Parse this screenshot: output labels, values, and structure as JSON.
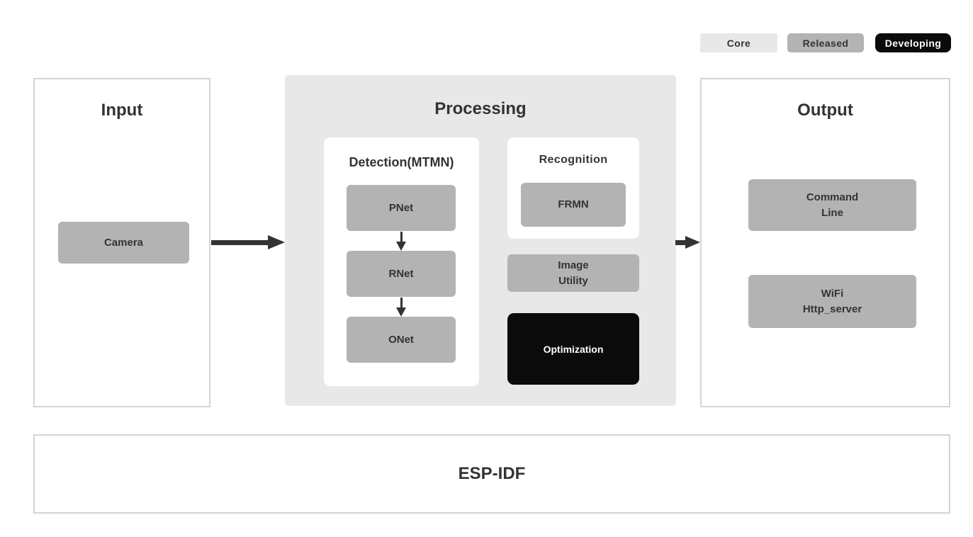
{
  "colors": {
    "core": "#e8e8e8",
    "released": "#b3b3b3",
    "developing": "#0b0b0b",
    "text": "#333333",
    "panel-border": "#d4d4d4",
    "arrow": "#333333"
  },
  "legend": {
    "core_label": "Core",
    "released_label": "Released",
    "developing_label": "Developing"
  },
  "input": {
    "title": "Input",
    "camera_label": "Camera"
  },
  "processing": {
    "title": "Processing",
    "detection": {
      "title": "Detection(MTMN)",
      "blocks": [
        "PNet",
        "RNet",
        "ONet"
      ]
    },
    "recognition": {
      "title": "Recognition",
      "frmn_label": "FRMN"
    },
    "image_utility": {
      "line1": "Image",
      "line2": "Utility"
    },
    "optimization_label": "Optimization"
  },
  "output": {
    "title": "Output",
    "command_line": {
      "line1": "Command",
      "line2": "Line"
    },
    "wifi_server": {
      "line1": "WiFi",
      "line2": "Http_server"
    }
  },
  "foundation": {
    "title": "ESP-IDF"
  }
}
